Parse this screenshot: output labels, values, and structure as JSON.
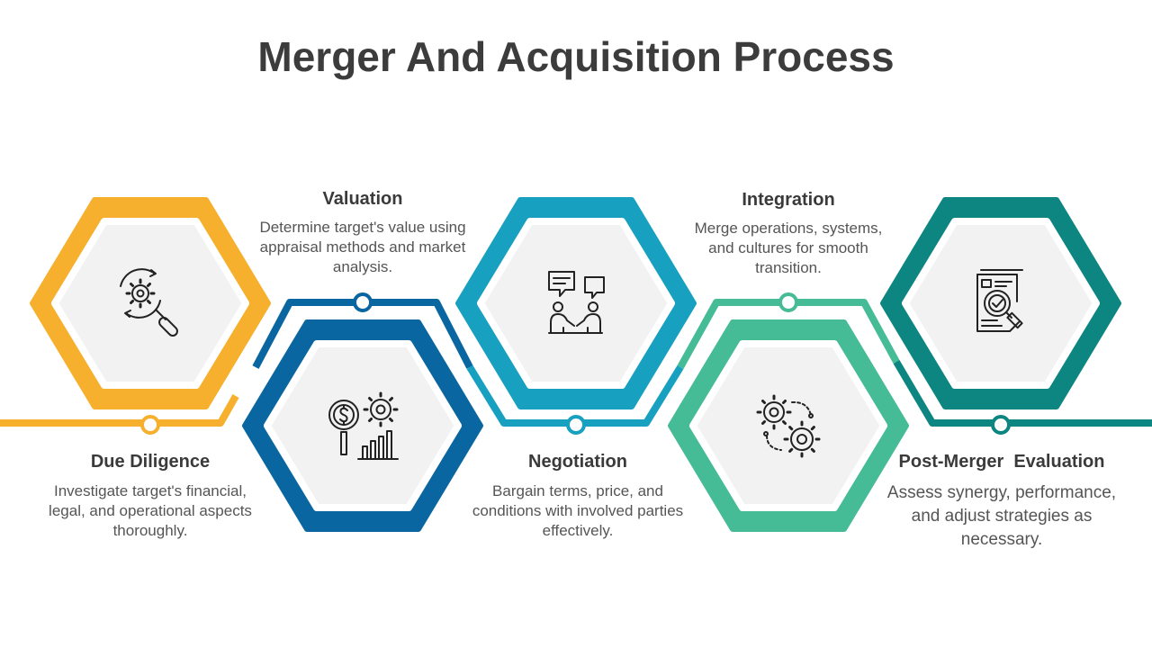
{
  "title": "Merger And Acquisition Process",
  "colors": {
    "background": "#ffffff",
    "hex_inner_fill": "#f2f2f2",
    "title_text": "#3c3c3c",
    "step1": "#f6b02d",
    "step2": "#0a66a0",
    "step3": "#17a0c0",
    "step4": "#45bb96",
    "step5": "#0d8682"
  },
  "steps": [
    {
      "title": "Due Diligence",
      "description": "Investigate target's financial, legal, and operational aspects thoroughly.",
      "icon": "magnifier-gear-cycle-icon"
    },
    {
      "title": "Valuation",
      "description": "Determine target's value using appraisal methods and market analysis.",
      "icon": "dollar-gear-bar-chart-icon"
    },
    {
      "title": "Negotiation",
      "description": "Bargain terms, price, and conditions with involved parties effectively.",
      "icon": "people-discussion-icon"
    },
    {
      "title": "Integration",
      "description": "Merge operations, systems, and cultures for smooth transition.",
      "icon": "connected-gears-icon"
    },
    {
      "title": "Post-Merger  Evaluation",
      "description": "Assess synergy, performance, and adjust strategies as necessary.",
      "icon": "document-magnifier-check-icon"
    }
  ]
}
